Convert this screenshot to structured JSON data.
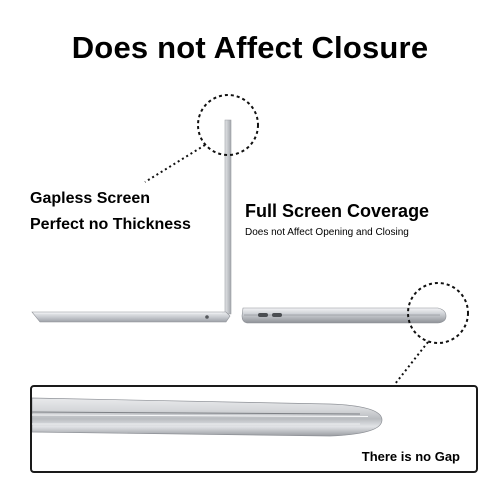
{
  "headline": "Does not Affect Closure",
  "left_note": {
    "line1": "Gapless Screen",
    "line2": "Perfect no Thickness"
  },
  "right_note": {
    "title": "Full Screen Coverage",
    "subtitle": "Does not Affect Opening and Closing"
  },
  "callout": "There is no Gap",
  "colors": {
    "text": "#000000",
    "aluminum": "#c8cbd0",
    "aluminum_dark": "#8d9096",
    "frame": "#1a1a1a"
  }
}
